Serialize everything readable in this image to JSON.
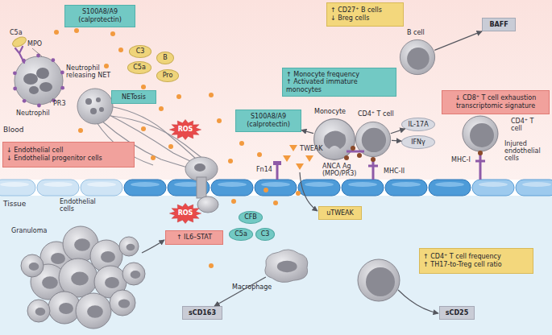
{
  "diagram": {
    "nodes": [
      {
        "text": [
          "S100A8/A9 (calprotectin)"
        ]
      },
      {
        "text": [
          "C3"
        ]
      },
      {
        "text": [
          "B"
        ]
      },
      {
        "text": [
          "C5a"
        ]
      },
      {
        "text": [
          "Pro"
        ]
      },
      {
        "text": [
          "NETosis"
        ]
      },
      {
        "text": [
          "↓ Endothelial cell",
          "↓ Endothelial progenitor cells"
        ]
      },
      {
        "text": [
          "ROS"
        ]
      },
      {
        "text": [
          "S100A8/A9 (calprotectin)"
        ]
      },
      {
        "text": [
          "↑ Monocyte frequency",
          "↑ Activated immature monocytes"
        ]
      },
      {
        "text": [
          "↑ CD27⁺ B cells",
          "↓ Breg cells"
        ]
      },
      {
        "text": [
          "B cell"
        ]
      },
      {
        "text": [
          "BAFF"
        ]
      },
      {
        "text": [
          "Monocyte"
        ]
      },
      {
        "text": [
          "CD4⁺ T cell"
        ]
      },
      {
        "text": [
          "IL-17A"
        ]
      },
      {
        "text": [
          "IFNγ"
        ]
      },
      {
        "text": [
          "↓ CD8⁺ T cell exhaustion transcriptomic signature"
        ]
      },
      {
        "text": [
          "ROS"
        ]
      },
      {
        "text": [
          "uTWEAK"
        ]
      },
      {
        "text": [
          "CFB"
        ]
      },
      {
        "text": [
          "C3"
        ]
      },
      {
        "text": [
          "C5a"
        ]
      },
      {
        "text": [
          "↑ IL6–STAT"
        ]
      },
      {
        "text": [
          "Macrophage"
        ]
      },
      {
        "text": [
          "sCD163"
        ]
      },
      {
        "text": [
          "↑ CD4⁺ T cell frequency",
          "↑ TH17-to-Treg cell ratio"
        ]
      },
      {
        "text": [
          "sCD25"
        ]
      }
    ],
    "edges": [
      {
        "from": 11,
        "to": 12,
        "arrow": "to"
      },
      {
        "from": 14,
        "to": 15,
        "arrow": "to"
      },
      {
        "from": 14,
        "to": 16,
        "arrow": "to"
      },
      {
        "from": 13,
        "to": 8,
        "arrow": "to"
      },
      {
        "from": 24,
        "to": 25,
        "arrow": "to"
      }
    ],
    "labels": [
      "C5a",
      "MPO",
      "PR3",
      "Neutrophil",
      "Blood",
      "Neutrophil releasing NET",
      "Fn14",
      "TWEAK",
      "ANCA Ag (MPO/PR3)",
      "MHC-II",
      "CD4⁺ T cell",
      "MHC-I",
      "Injured endothelial cells",
      "Endothelial cells",
      "Tissue",
      "Granuloma"
    ]
  }
}
